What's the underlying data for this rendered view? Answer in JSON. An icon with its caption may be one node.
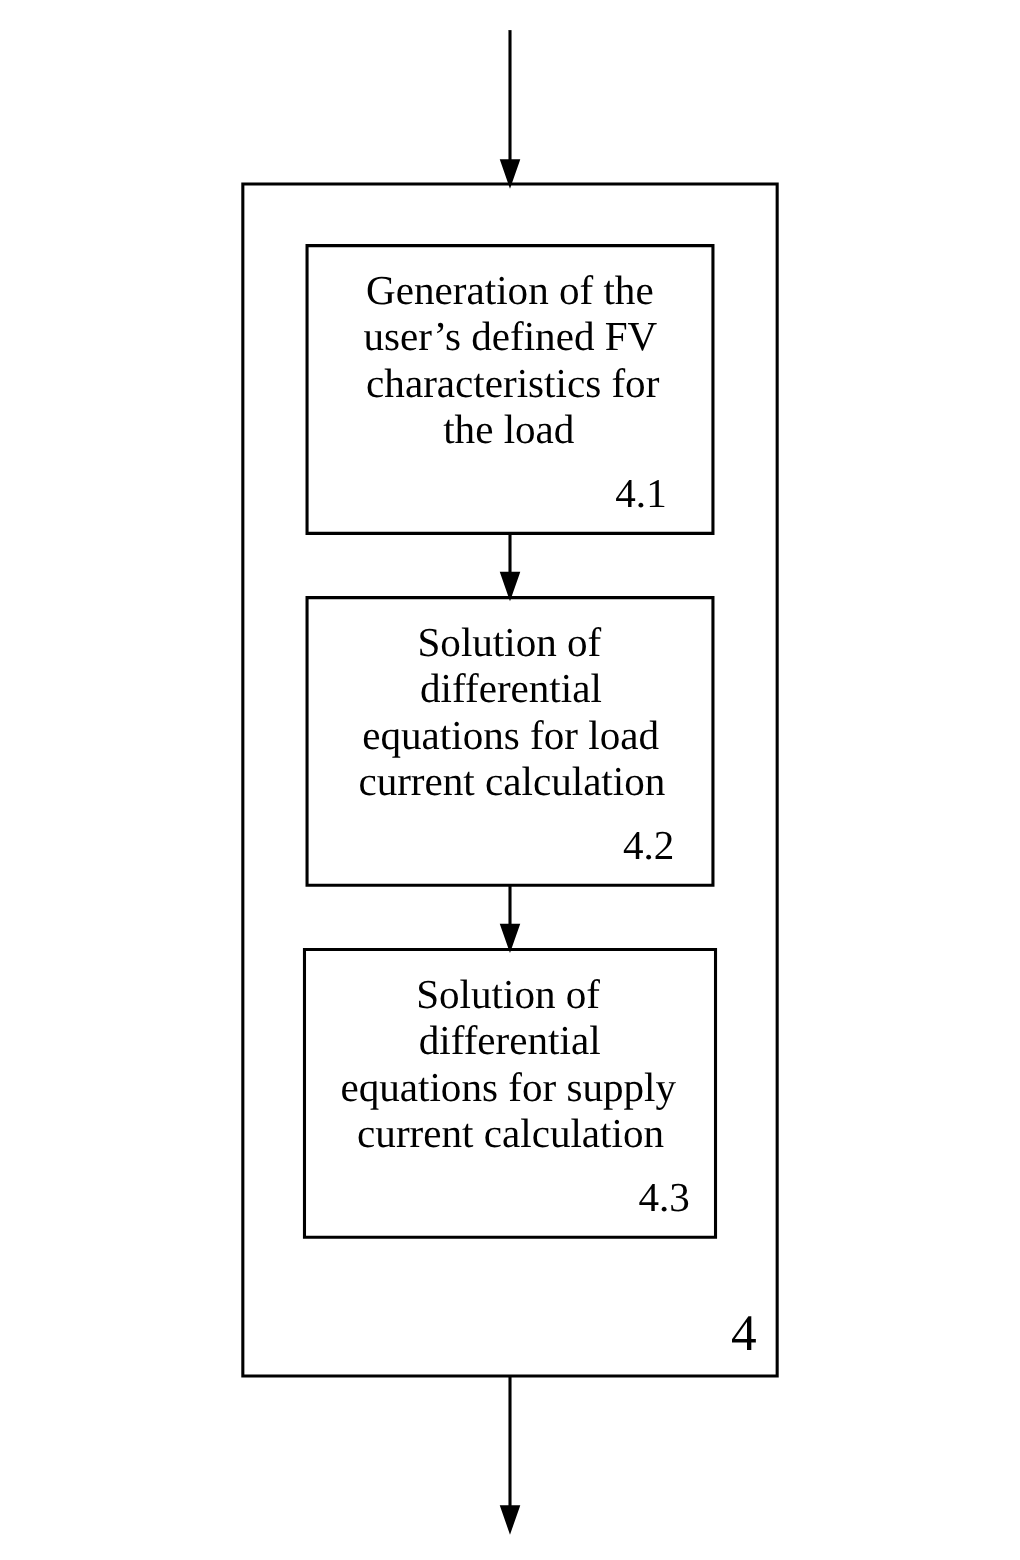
{
  "diagram": {
    "nodes": [
      {
        "text": [
          "4"
        ]
      },
      {
        "text": [
          "Generation of the user’s defined FV characteristics for the load",
          "4.1"
        ],
        "in": 0
      },
      {
        "text": [
          "Solution of differential equations for load current calculation",
          "4.2"
        ],
        "in": 0
      },
      {
        "text": [
          "Solution of differential equations for supply current calculation",
          "4.3"
        ],
        "in": 0
      }
    ],
    "edges": [
      {
        "from": null,
        "to": 0,
        "arrow": "to"
      },
      {
        "from": 1,
        "to": 2,
        "arrow": "to"
      },
      {
        "from": 2,
        "to": 3,
        "arrow": "to"
      },
      {
        "from": 0,
        "to": null,
        "arrow": "to"
      }
    ]
  }
}
